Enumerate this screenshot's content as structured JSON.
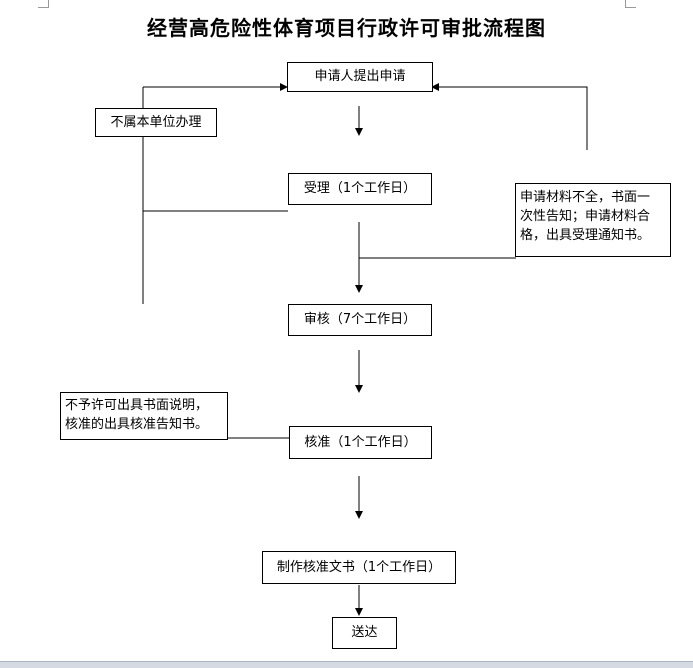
{
  "title": "经营高危险性体育项目行政许可审批流程图",
  "steps": {
    "apply": "申请人提出申请",
    "accept": "受理（1个工作日）",
    "review": "审核（7个工作日）",
    "approve": "核准（1个工作日）",
    "issue": "制作核准文书（1个工作日）",
    "deliver": "送达"
  },
  "notes": {
    "not_in_scope": "不属本单位办理",
    "incomplete": [
      "申请材料不全，书面一",
      "次性告知；申请材料合",
      "格，出具受理通知书。"
    ],
    "reject": [
      "不予许可出具书面说明，",
      "核准的出具核准告知书。"
    ]
  }
}
